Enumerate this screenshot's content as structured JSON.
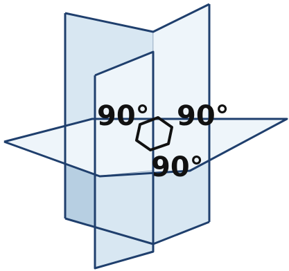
{
  "diagram": {
    "angle_labels": {
      "left": "90°",
      "right": "90°",
      "bottom": "90°"
    },
    "colors": {
      "plane_fill_light": "#eef5fa",
      "plane_fill_mid": "#d8e7f2",
      "plane_fill_dark": "#b7cfe2",
      "edge_stroke": "#1f3f6d",
      "hexagon_stroke": "#111111"
    }
  }
}
